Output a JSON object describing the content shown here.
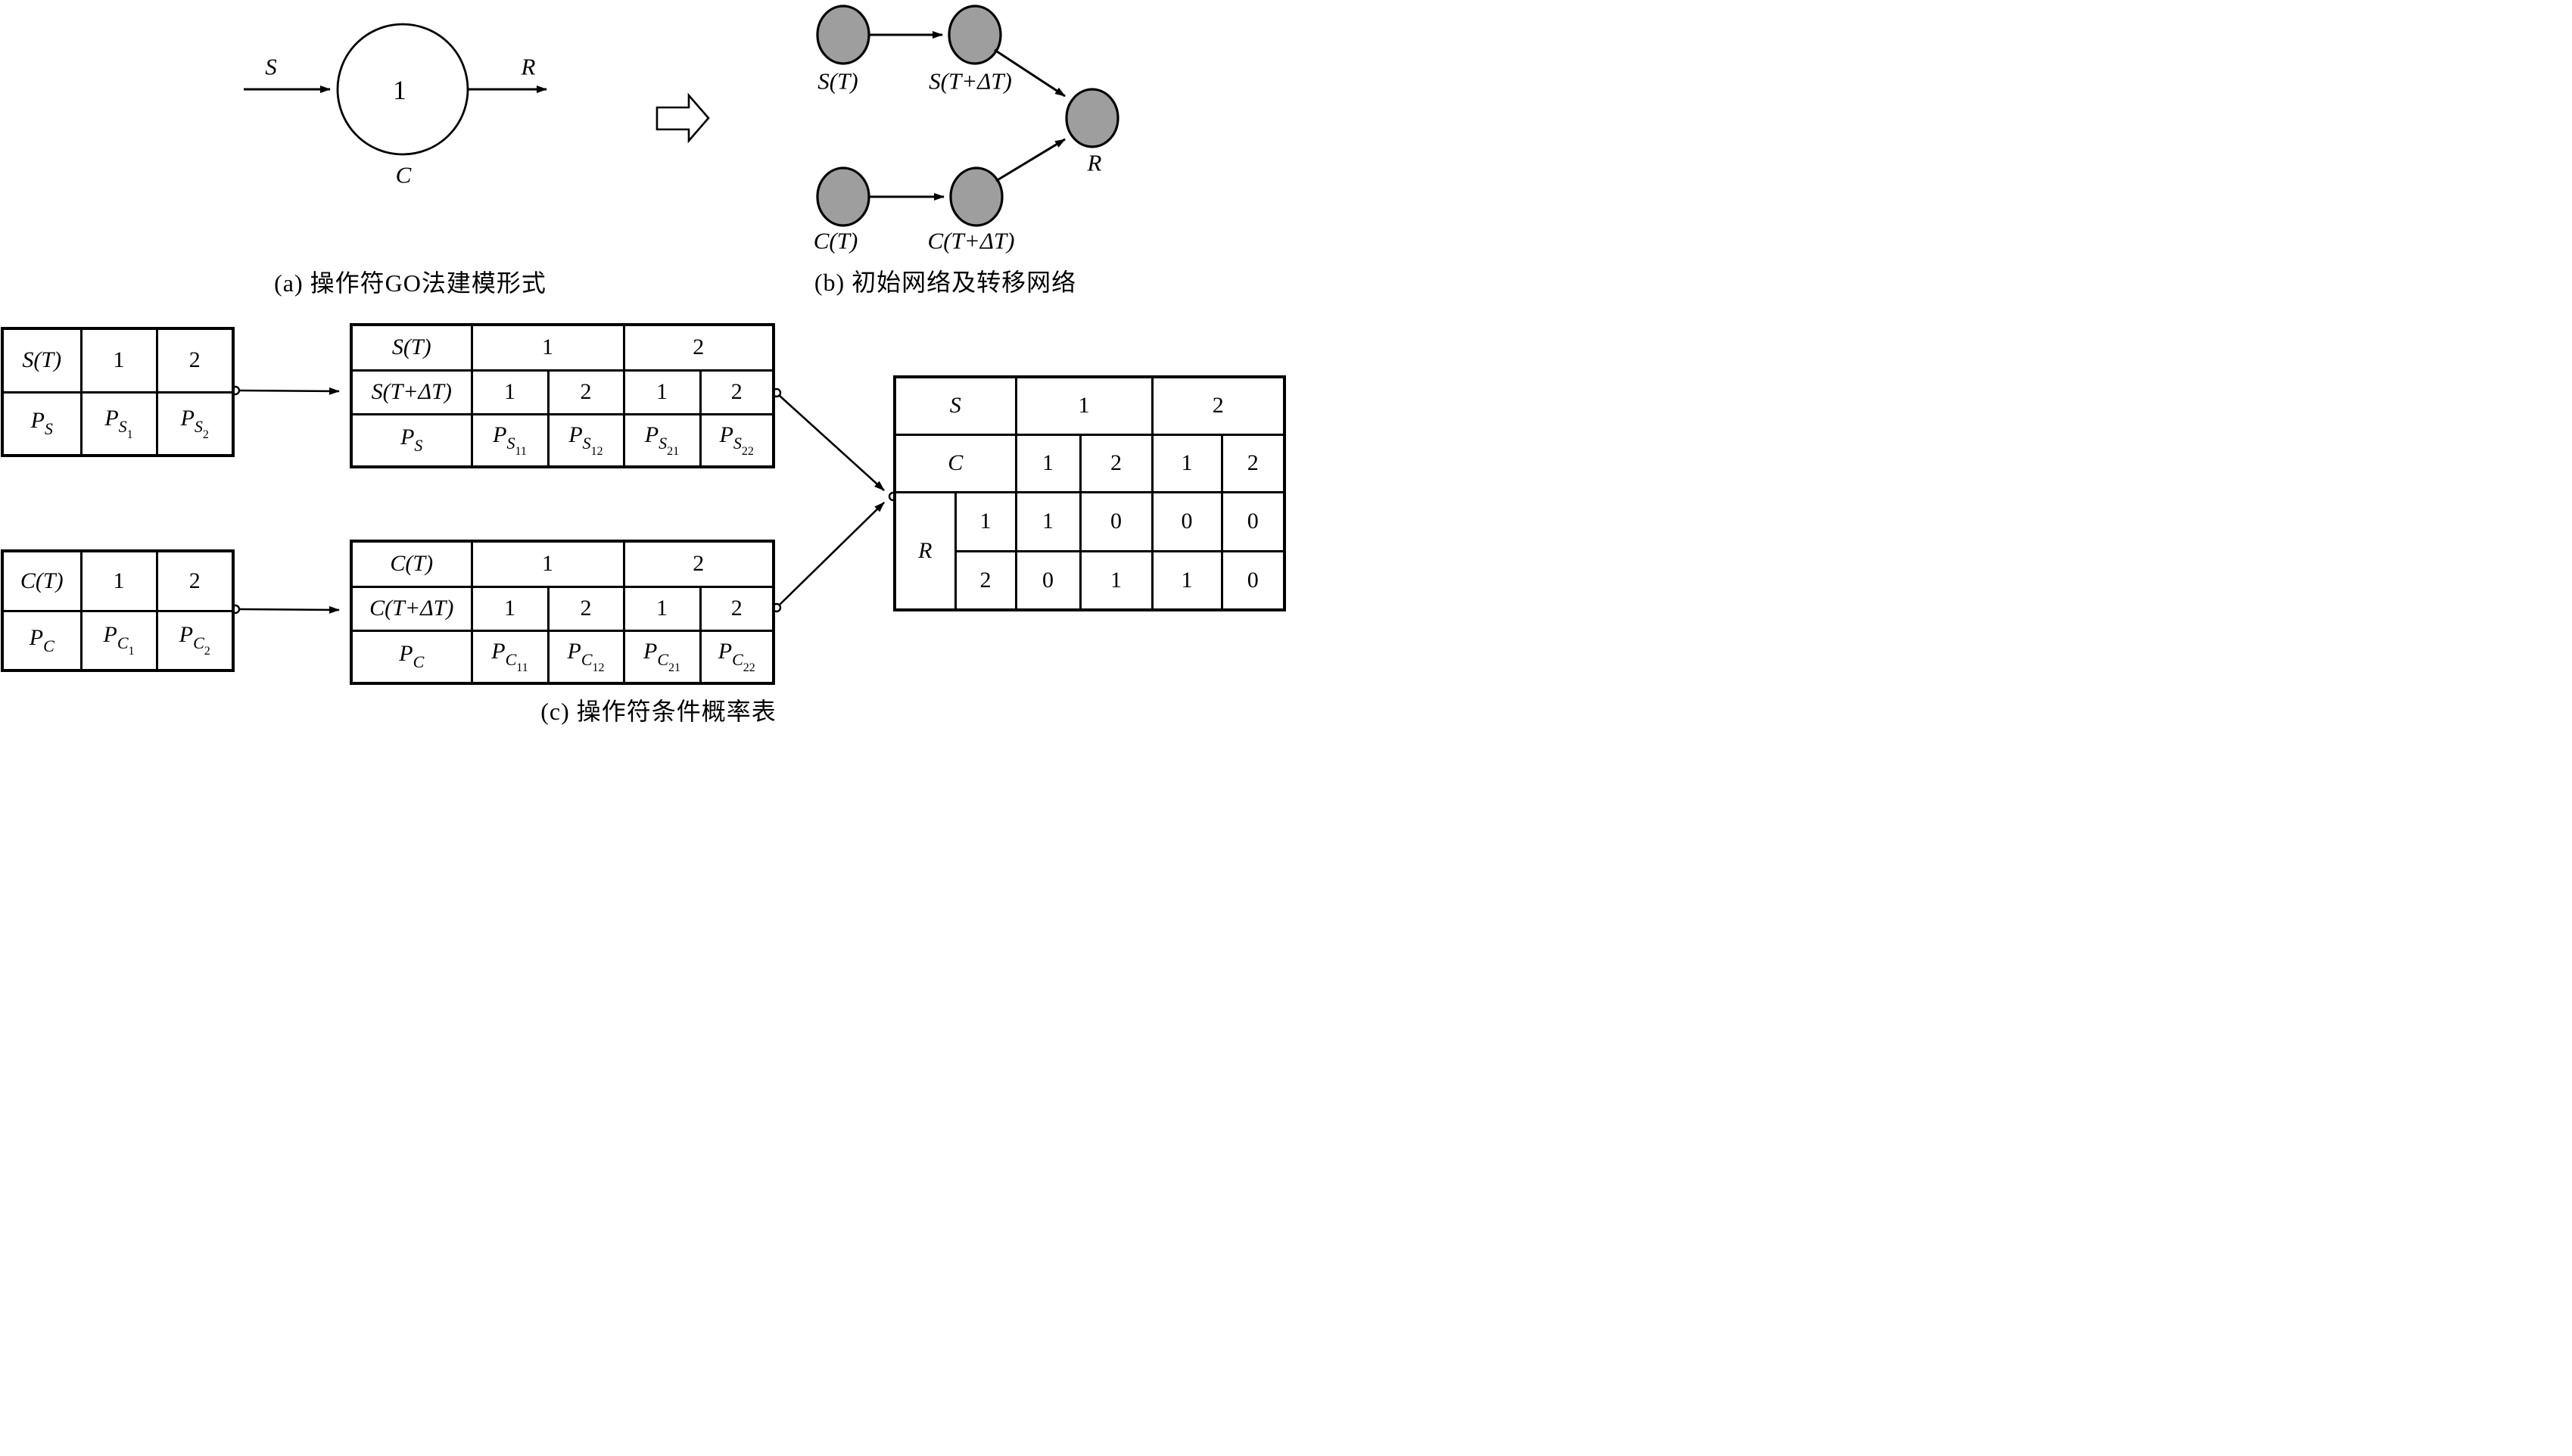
{
  "colors": {
    "background": "#ffffff",
    "line": "#000000",
    "node_fill": "#9e9e9e"
  },
  "panel_a": {
    "caption": "(a) 操作符GO法建模形式",
    "operator_id": "1",
    "input_label": "S",
    "output_label": "R",
    "control_label": "C"
  },
  "panel_b": {
    "caption": "(b) 初始网络及转移网络",
    "nodes": [
      {
        "label": "S(T)"
      },
      {
        "label": "S(T+ΔT)"
      },
      {
        "label": "C(T)"
      },
      {
        "label": "C(T+ΔT)"
      },
      {
        "label": "R"
      }
    ]
  },
  "panel_c": {
    "caption": "(c) 操作符条件概率表",
    "s_prior": {
      "var": "S(T)",
      "states": [
        "1",
        "2"
      ],
      "p": {
        "base": "P",
        "sub": "S"
      },
      "probs": [
        {
          "base": "P",
          "sub": "S",
          "subsub": "1"
        },
        {
          "base": "P",
          "sub": "S",
          "subsub": "2"
        }
      ]
    },
    "s_transition": {
      "var": "S(T)",
      "states": [
        "1",
        "2"
      ],
      "next_var": "S(T+ΔT)",
      "next_states": [
        "1",
        "2",
        "1",
        "2"
      ],
      "p": {
        "base": "P",
        "sub": "S"
      },
      "probs": [
        {
          "base": "P",
          "sub": "S",
          "subsub": "11"
        },
        {
          "base": "P",
          "sub": "S",
          "subsub": "12"
        },
        {
          "base": "P",
          "sub": "S",
          "subsub": "21"
        },
        {
          "base": "P",
          "sub": "S",
          "subsub": "22"
        }
      ]
    },
    "c_prior": {
      "var": "C(T)",
      "states": [
        "1",
        "2"
      ],
      "p": {
        "base": "P",
        "sub": "C"
      },
      "probs": [
        {
          "base": "P",
          "sub": "C",
          "subsub": "1"
        },
        {
          "base": "P",
          "sub": "C",
          "subsub": "2"
        }
      ]
    },
    "c_transition": {
      "var": "C(T)",
      "states": [
        "1",
        "2"
      ],
      "next_var": "C(T+ΔT)",
      "next_states": [
        "1",
        "2",
        "1",
        "2"
      ],
      "p": {
        "base": "P",
        "sub": "C"
      },
      "probs": [
        {
          "base": "P",
          "sub": "C",
          "subsub": "11"
        },
        {
          "base": "P",
          "sub": "C",
          "subsub": "12"
        },
        {
          "base": "P",
          "sub": "C",
          "subsub": "21"
        },
        {
          "base": "P",
          "sub": "C",
          "subsub": "22"
        }
      ]
    },
    "r_table": {
      "s_label": "S",
      "s_states": [
        "1",
        "2"
      ],
      "c_label": "C",
      "c_states": [
        "1",
        "2",
        "1",
        "2"
      ],
      "r_label": "R",
      "rows": [
        {
          "state": "1",
          "values": [
            "1",
            "0",
            "0",
            "0"
          ]
        },
        {
          "state": "2",
          "values": [
            "0",
            "1",
            "1",
            "0"
          ]
        }
      ]
    }
  }
}
